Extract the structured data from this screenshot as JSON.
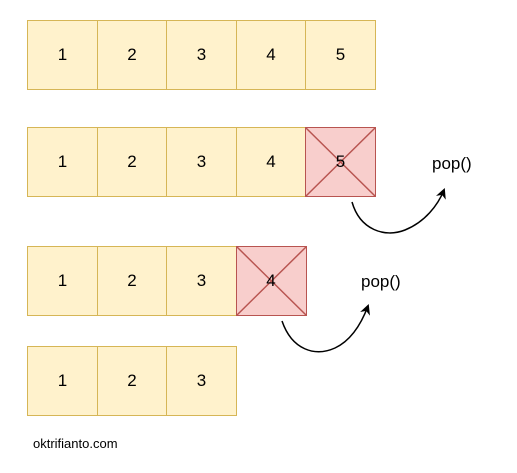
{
  "rows": [
    {
      "cells": [
        "1",
        "2",
        "3",
        "4",
        "5"
      ],
      "popped_index": -1
    },
    {
      "cells": [
        "1",
        "2",
        "3",
        "4",
        "5"
      ],
      "popped_index": 4
    },
    {
      "cells": [
        "1",
        "2",
        "3",
        "4"
      ],
      "popped_index": 3
    },
    {
      "cells": [
        "1",
        "2",
        "3"
      ],
      "popped_index": -1
    }
  ],
  "operations": [
    {
      "label": "pop()"
    },
    {
      "label": "pop()"
    }
  ],
  "watermark": "oktrifianto.com",
  "colors": {
    "cell_fill": "#fff2cc",
    "cell_stroke": "#d6b656",
    "popped_fill": "#f8cecc",
    "popped_stroke": "#b85450"
  }
}
